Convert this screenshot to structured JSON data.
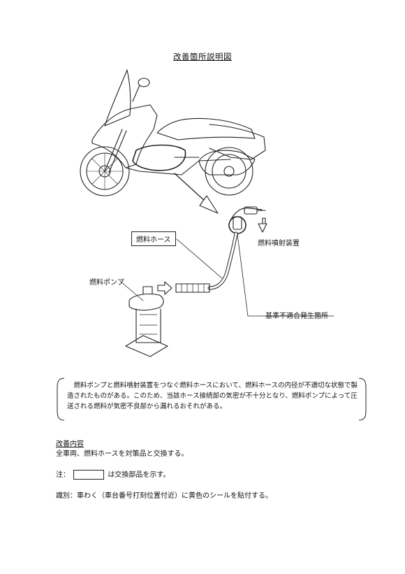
{
  "title": "改善箇所説明図",
  "labels": {
    "fuel_hose": "燃料ホース",
    "fuel_injector": "燃料噴射装置",
    "fuel_pump": "燃料ポンプ",
    "noncompliance_location": "基準不適合発生箇所"
  },
  "description": "燃料ポンプと燃料噴射装置をつなぐ燃料ホースにおいて、燃料ホースの内径が不適切な状態で製造されたものがある。このため、当該ホース接続部の気密が不十分となり、燃料ポンプによって圧送される燃料が気密不良部から漏れるおそれがある。",
  "improvement": {
    "heading": "改善内容",
    "body": "全車両、燃料ホースを対策品と交換する。"
  },
  "note": {
    "prefix": "注：",
    "suffix": "は交換部品を示す。"
  },
  "identification": "識別：車わく（車台番号打刻位置付近）に黄色のシールを貼付する。"
}
